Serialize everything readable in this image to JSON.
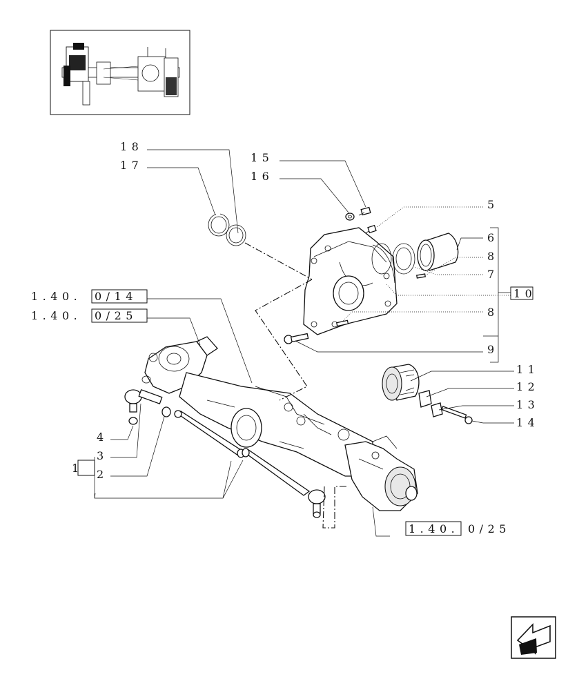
{
  "labels": {
    "l18": "18",
    "l17": "17",
    "l15": "15",
    "l16": "16",
    "l5": "5",
    "l6": "6",
    "l8a": "8",
    "l7": "7",
    "l10": "10",
    "l8b": "8",
    "l9": "9",
    "l11": "11",
    "l12": "12",
    "l13": "13",
    "l14": "14",
    "l4": "4",
    "l3": "3",
    "l2": "2",
    "l1": "1"
  },
  "references": {
    "ref_top_prefix": "1.40.",
    "ref_top_box": "0/14",
    "ref_mid_prefix": "1.40.",
    "ref_mid_box": "0/25",
    "ref_bottom_box": "1.40.",
    "ref_bottom_suffix": "0/25"
  },
  "icons": {
    "thumbnail": "assembly-thumbnail",
    "nav": "back-arrow-icon"
  }
}
